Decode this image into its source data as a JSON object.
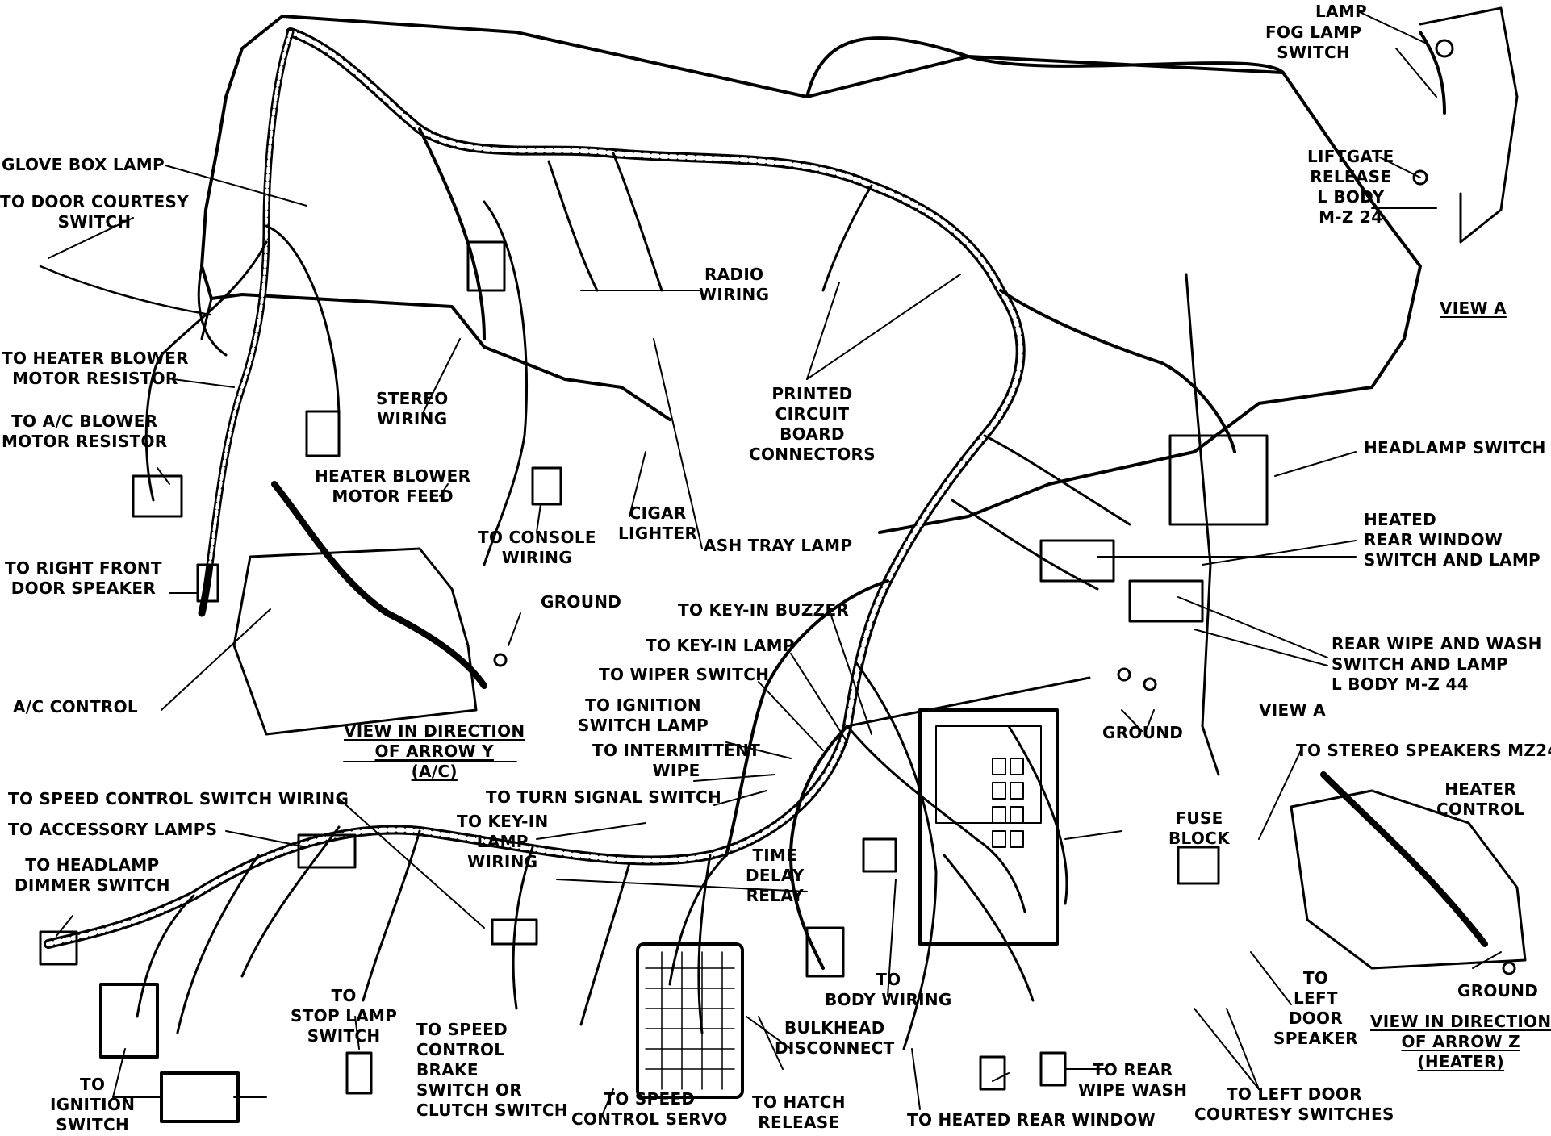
{
  "labels": {
    "lamp": "LAMP",
    "fog_lamp_switch": "FOG LAMP\nSWITCH",
    "liftgate_release": "LIFTGATE\nRELEASE\nL BODY\nM-Z 24",
    "view_a_top": "VIEW A",
    "glove_box_lamp": "GLOVE BOX LAMP",
    "door_courtesy_switch": "TO DOOR COURTESY\nSWITCH",
    "heater_blower_resistor": "TO HEATER BLOWER\nMOTOR RESISTOR",
    "ac_blower_resistor": "TO A/C BLOWER\nMOTOR RESISTOR",
    "stereo_wiring": "STEREO\nWIRING",
    "radio_wiring": "RADIO\nWIRING",
    "pcb_connectors": "PRINTED\nCIRCUIT\nBOARD\nCONNECTORS",
    "headlamp_switch": "HEADLAMP SWITCH",
    "heater_blower_feed": "HEATER BLOWER\nMOTOR FEED",
    "to_console_wiring": "TO CONSOLE\nWIRING",
    "cigar_lighter": "CIGAR\nLIGHTER",
    "ash_tray_lamp": "ASH TRAY LAMP",
    "heated_rear_window": "HEATED\nREAR WINDOW\nSWITCH AND LAMP",
    "right_front_door_speaker": "TO RIGHT FRONT\nDOOR SPEAKER",
    "ground_left": "GROUND",
    "ac_control": "A/C CONTROL",
    "view_arrow_y": "VIEW IN DIRECTION\nOF ARROW Y\n(A/C)",
    "key_in_buzzer": "TO KEY-IN BUZZER",
    "key_in_lamp": "TO KEY-IN LAMP",
    "wiper_switch": "TO WIPER SWITCH",
    "ignition_switch_lamp": "TO IGNITION\nSWITCH LAMP",
    "intermittent_wipe": "TO INTERMITTENT\nWIPE",
    "turn_signal_switch": "TO TURN SIGNAL SWITCH",
    "rear_wipe_wash": "REAR WIPE AND WASH\nSWITCH AND LAMP\nL BODY M-Z 44",
    "view_a_mid": "VIEW A",
    "ground_mid": "GROUND",
    "stereo_speakers": "TO STEREO SPEAKERS MZ24",
    "heater_control": "HEATER\nCONTROL",
    "speed_control_switch_wiring": "TO SPEED CONTROL SWITCH WIRING",
    "accessory_lamps": "TO ACCESSORY LAMPS",
    "headlamp_dimmer": "TO HEADLAMP\nDIMMER SWITCH",
    "key_in_lamp_wiring": "TO KEY-IN\nLAMP\nWIRING",
    "time_delay_relay": "TIME\nDELAY\nRELAY",
    "fuse_block": "FUSE\nBLOCK",
    "stop_lamp_switch": "TO\nSTOP LAMP\nSWITCH",
    "to_ignition_switch": "TO\nIGNITION\nSWITCH",
    "speed_control_brake": "TO SPEED\nCONTROL\nBRAKE\nSWITCH OR\nCLUTCH SWITCH",
    "speed_control_servo": "TO SPEED\nCONTROL SERVO",
    "bulkhead_disconnect": "BULKHEAD\nDISCONNECT",
    "to_body_wiring": "TO\nBODY WIRING",
    "to_hatch_release": "TO HATCH\nRELEASE",
    "to_heated_rear_window": "TO HEATED REAR WINDOW",
    "to_rear_wipe_wash": "TO REAR\nWIPE WASH",
    "left_door_courtesy": "TO LEFT DOOR\nCOURTESY SWITCHES",
    "left_door_speaker": "TO\nLEFT\nDOOR\nSPEAKER",
    "ground_right": "GROUND",
    "view_arrow_z": "VIEW IN DIRECTION\nOF ARROW Z\n(HEATER)"
  },
  "colors": {
    "ink": "#000000",
    "paper": "#ffffff"
  }
}
